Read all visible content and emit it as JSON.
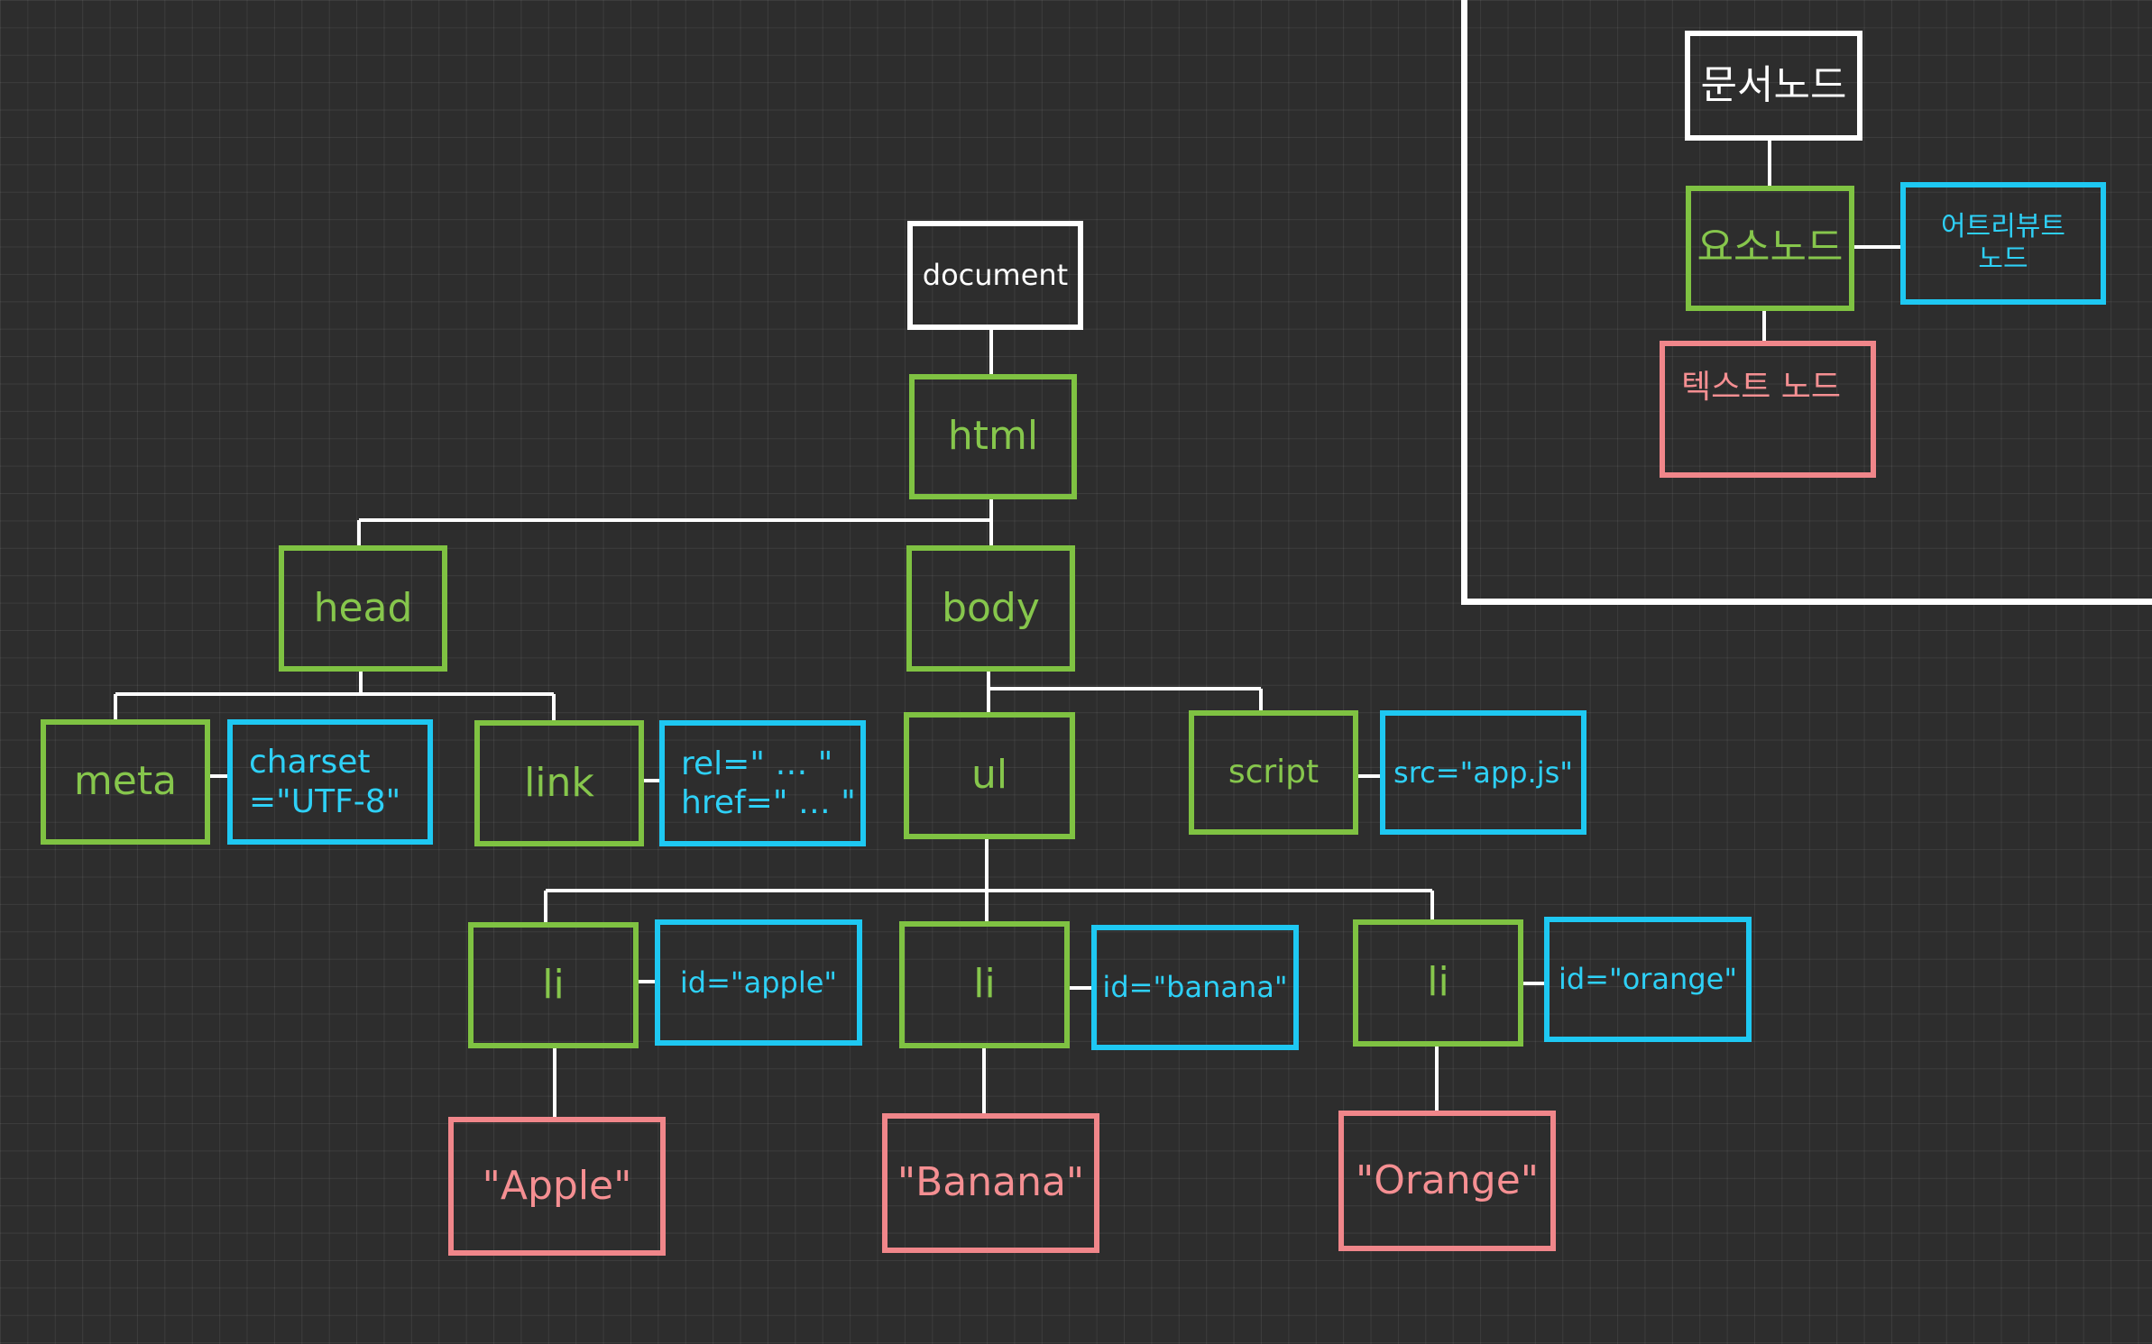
{
  "colors": {
    "background": "#2d2d2d",
    "document_node": "#ffffff",
    "element_node": "#7fc242",
    "attribute_node": "#1ec8f2",
    "text_node": "#f0868a",
    "connector": "#ffffff"
  },
  "tree": {
    "document": "document",
    "html": "html",
    "head": "head",
    "body": "body",
    "meta": "meta",
    "meta_attr": "charset\n=\"UTF-8\"",
    "link": "link",
    "link_attr": "rel=\" … \"\nhref=\" … \"",
    "ul": "ul",
    "script": "script",
    "script_attr": "src=\"app.js\"",
    "li_apple": "li",
    "li_apple_attr": "id=\"apple\"",
    "li_banana": "li",
    "li_banana_attr": "id=\"banana\"",
    "li_orange": "li",
    "li_orange_attr": "id=\"orange\"",
    "text_apple": "\"Apple\"",
    "text_banana": "\"Banana\"",
    "text_orange": "\"Orange\""
  },
  "legend": {
    "document_node": "문서노드",
    "element_node": "요소노드",
    "attribute_node": "어트리뷰트\n노드",
    "text_node": "텍스트 노드"
  }
}
